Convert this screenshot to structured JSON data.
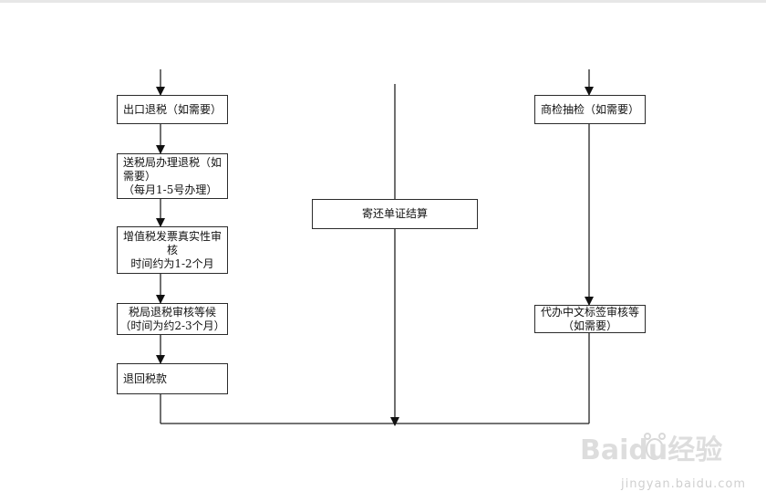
{
  "boxes": {
    "export_tax": [
      "出口退税（如需要）"
    ],
    "send_bureau": [
      "送税局办理退税（如",
      "需要）",
      "（每月1-5号办理）"
    ],
    "vat_verify": [
      "增值税发票真实性审",
      "核",
      "时间约为1-2个月"
    ],
    "bureau_wait": [
      "税局退税审核等候",
      "（时间为约2-3个月）"
    ],
    "refund": [
      "退回税款"
    ],
    "mail_docs": [
      "寄还单证结算"
    ],
    "inspection": [
      "商检抽检（如需要）"
    ],
    "chinese_label": [
      "代办中文标签审核等",
      "（如需要）"
    ]
  },
  "watermark": {
    "logo_text": "Baidu经验",
    "url": "jingyan.baidu.com"
  }
}
